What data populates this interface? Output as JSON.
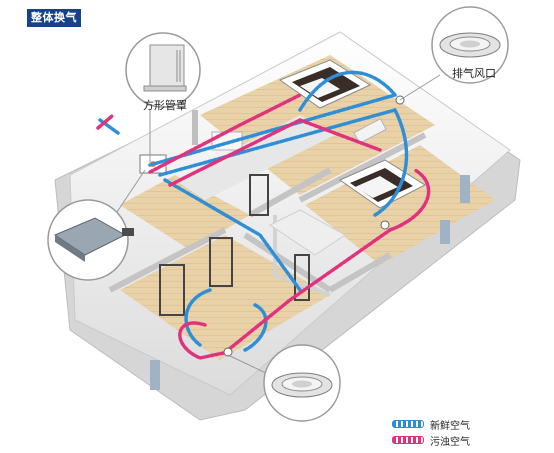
{
  "title": "整体换气",
  "labels": {
    "duct_cover": "方形管罩",
    "exhaust_vent": "排气风口"
  },
  "legend": [
    {
      "label": "新鲜空气",
      "color": "#2f8fd6"
    },
    {
      "label": "污浊空气",
      "color": "#e0327d"
    }
  ],
  "colors": {
    "fresh_air": "#2f8fd6",
    "stale_air": "#e0327d",
    "floor_wood": "#e8cfa6",
    "wall": "#f2f2f2",
    "title_bg": "#16428a"
  }
}
